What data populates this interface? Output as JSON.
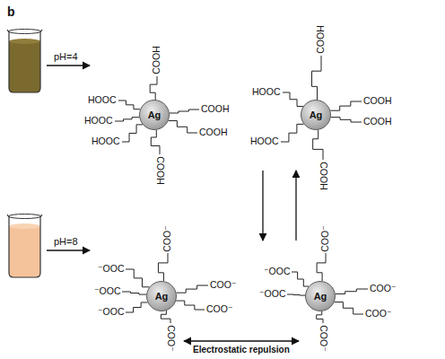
{
  "diagram": {
    "nodes": [
      {
        "text": [
          "Ag"
        ]
      },
      {
        "text": [
          "Ag"
        ]
      },
      {
        "text": [
          "Ag"
        ]
      },
      {
        "text": [
          "Ag"
        ]
      }
    ],
    "edges": [
      {
        "from": 1,
        "to": 3,
        "arrow": "to"
      },
      {
        "from": 3,
        "to": 1,
        "arrow": "to"
      },
      {
        "from": 2,
        "to": 3,
        "label": "Electrostatic repulsion",
        "arrow": "both"
      }
    ],
    "labels": [
      "b",
      "pH=4",
      "COOH",
      "HOOC",
      "HOOC",
      "HOOC",
      "COOH",
      "COOH",
      "COOH",
      "COOH",
      "HOOC",
      "HOOC",
      "COOH",
      "COOH",
      "COOH",
      "pH=8",
      "COO⁻",
      "⁻OOC",
      "⁻OOC",
      "⁻OOC",
      "COO⁻",
      "COO⁻",
      "COO⁻",
      "COO⁻",
      "⁻OOC",
      "⁻OOC",
      "COO⁻",
      "COO⁻",
      "COO⁻"
    ]
  }
}
